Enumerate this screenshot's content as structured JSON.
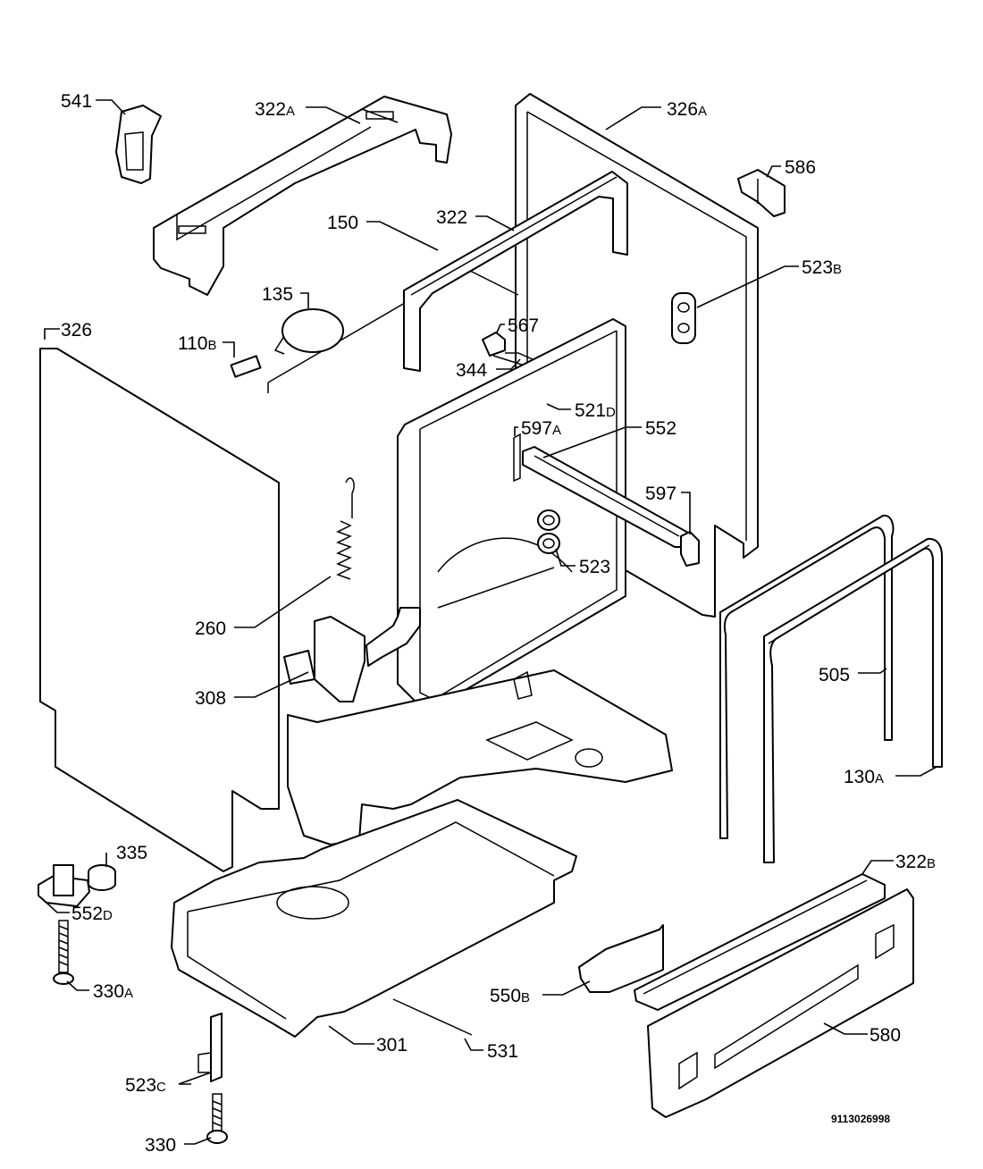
{
  "drawing_number": "9113026998",
  "labels": {
    "p541": {
      "num": "541",
      "suffix": ""
    },
    "p322a": {
      "num": "322",
      "suffix": "A"
    },
    "p326a": {
      "num": "326",
      "suffix": "A"
    },
    "p586": {
      "num": "586",
      "suffix": ""
    },
    "p150": {
      "num": "150",
      "suffix": ""
    },
    "p322": {
      "num": "322",
      "suffix": ""
    },
    "p523b": {
      "num": "523",
      "suffix": "B"
    },
    "p135": {
      "num": "135",
      "suffix": ""
    },
    "p326": {
      "num": "326",
      "suffix": ""
    },
    "p567": {
      "num": "567",
      "suffix": ""
    },
    "p110b": {
      "num": "110",
      "suffix": "B"
    },
    "p344": {
      "num": "344",
      "suffix": ""
    },
    "p521d": {
      "num": "521",
      "suffix": "D"
    },
    "p597a": {
      "num": "597",
      "suffix": "A"
    },
    "p552": {
      "num": "552",
      "suffix": ""
    },
    "p597": {
      "num": "597",
      "suffix": ""
    },
    "p523": {
      "num": "523",
      "suffix": ""
    },
    "p260": {
      "num": "260",
      "suffix": ""
    },
    "p505": {
      "num": "505",
      "suffix": ""
    },
    "p308": {
      "num": "308",
      "suffix": ""
    },
    "p130a": {
      "num": "130",
      "suffix": "A"
    },
    "p335": {
      "num": "335",
      "suffix": ""
    },
    "p322b": {
      "num": "322",
      "suffix": "B"
    },
    "p552d": {
      "num": "552",
      "suffix": "D"
    },
    "p330a": {
      "num": "330",
      "suffix": "A"
    },
    "p550b": {
      "num": "550",
      "suffix": "B"
    },
    "p301": {
      "num": "301",
      "suffix": ""
    },
    "p531": {
      "num": "531",
      "suffix": ""
    },
    "p580": {
      "num": "580",
      "suffix": ""
    },
    "p523c": {
      "num": "523",
      "suffix": "C"
    },
    "p330": {
      "num": "330",
      "suffix": ""
    }
  }
}
